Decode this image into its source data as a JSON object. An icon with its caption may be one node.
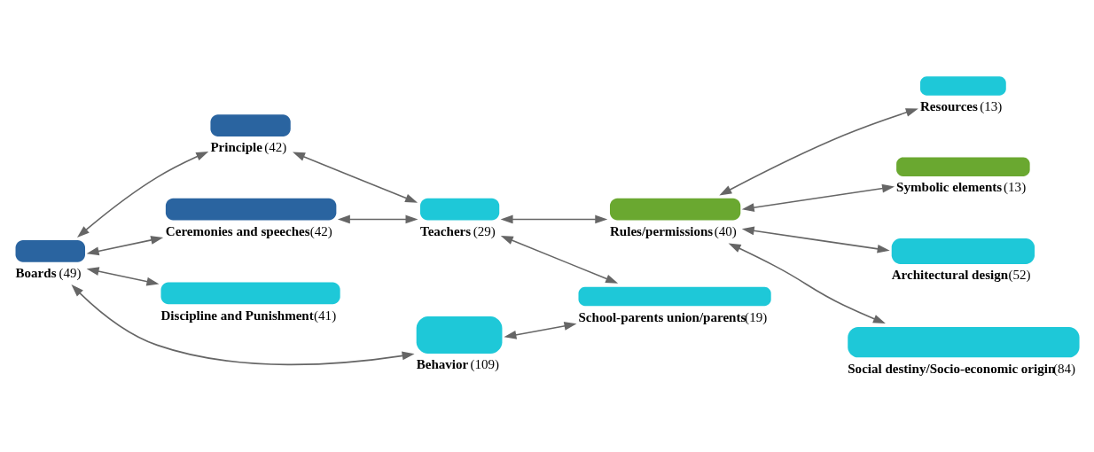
{
  "diagram": {
    "nodes": [
      {
        "text": [
          "Teachers"
        ],
        "beside": [
          "(29)"
        ]
      },
      {
        "text": [
          "Principle"
        ],
        "beside": [
          "(42)"
        ]
      },
      {
        "text": [
          "Boards"
        ],
        "beside": [
          "(49)"
        ]
      },
      {
        "text": [
          "Rules/permissions"
        ],
        "beside": [
          "(40)"
        ]
      },
      {
        "text": [
          "Ceremonies and speeches"
        ],
        "beside": [
          "(42)"
        ]
      },
      {
        "text": [
          "Resources"
        ],
        "beside": [
          "(13)"
        ]
      },
      {
        "text": [
          "School-parents union/parents"
        ],
        "beside": [
          "(19)"
        ]
      },
      {
        "text": [
          "Discipline and Punishment"
        ],
        "beside": [
          "(41)"
        ]
      },
      {
        "text": [
          "Behavior"
        ],
        "beside": [
          "(109)"
        ]
      },
      {
        "text": [
          "Symbolic elements"
        ],
        "beside": [
          "(13)"
        ]
      },
      {
        "text": [
          "Architectural design"
        ],
        "beside": [
          "(52)"
        ]
      },
      {
        "text": [
          "Social destiny/Socio-economic origin"
        ],
        "beside": [
          "(84)"
        ]
      }
    ],
    "edges": [
      {
        "from": 1,
        "to": 0,
        "arrow": "both"
      },
      {
        "from": 2,
        "to": 1,
        "arrow": "both"
      },
      {
        "from": 2,
        "to": 4,
        "arrow": "both"
      },
      {
        "from": 4,
        "to": 0,
        "arrow": "both"
      },
      {
        "from": 0,
        "to": 3,
        "arrow": "both"
      },
      {
        "from": 0,
        "to": 6,
        "arrow": "both"
      },
      {
        "from": 2,
        "to": 7,
        "arrow": "both"
      },
      {
        "from": 2,
        "to": 8,
        "arrow": "both"
      },
      {
        "from": 8,
        "to": 6,
        "arrow": "both"
      },
      {
        "from": 3,
        "to": 5,
        "arrow": "both"
      },
      {
        "from": 3,
        "to": 9,
        "arrow": "both"
      },
      {
        "from": 3,
        "to": 11,
        "arrow": "both"
      },
      {
        "from": 3,
        "to": 10,
        "arrow": "both"
      }
    ]
  }
}
